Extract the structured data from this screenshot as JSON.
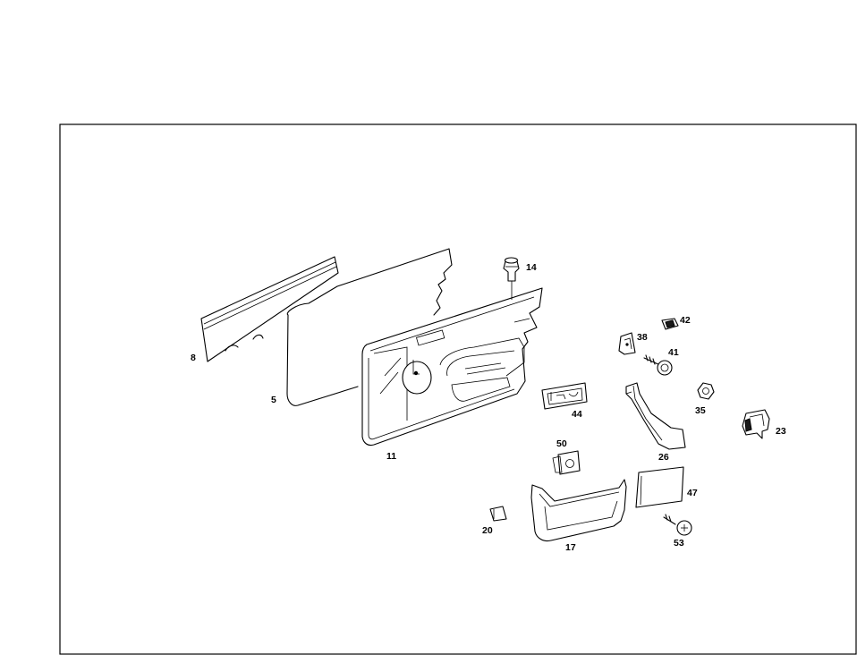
{
  "callouts": {
    "p8": "8",
    "p5": "5",
    "p11": "11",
    "p14": "14",
    "p42": "42",
    "p38": "38",
    "p41": "41",
    "p44": "44",
    "p35": "35",
    "p23": "23",
    "p26": "26",
    "p50": "50",
    "p47": "47",
    "p20": "20",
    "p17": "17",
    "p53": "53"
  }
}
